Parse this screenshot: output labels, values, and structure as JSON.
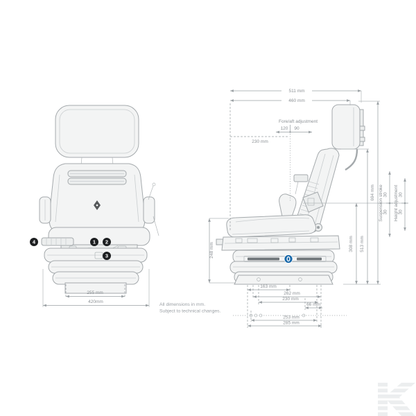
{
  "note": {
    "line1": "All dimensions in mm.",
    "line2": "Subject to technical changes."
  },
  "front_view": {
    "dim_inner": "255 mm",
    "dim_outer": "420mm",
    "callout_1": "1",
    "callout_2": "2",
    "callout_3": "3",
    "callout_4": "4"
  },
  "side_view": {
    "dim_511": "511 mm",
    "dim_460": "460 mm",
    "fore_aft_label": "Fore/aft adjustment",
    "fore_aft_back": "120",
    "fore_aft_fwd": "90",
    "dim_230_top": "230 mm",
    "dim_248": "248 mm",
    "dim_308": "308 mm",
    "dim_513": "513 mm",
    "dim_694": "694 mm",
    "suspension_label": "Suspension stroke",
    "suspension_up": "30",
    "suspension_down": "30",
    "height_label": "Height adjustment",
    "height_up": "30",
    "height_down": "30",
    "base_163": "163 mm",
    "base_262": "262 mm",
    "base_230": "230 mm",
    "base_66": "66 mm",
    "base_253": "253 mm",
    "base_285": "285 mm"
  },
  "icons": {
    "blue_marker": "oval-badge-icon",
    "watermark": "kramp-k-logo"
  },
  "colors": {
    "drawing_line": "#a4a9ac",
    "dimension_line": "#9aa0a4",
    "callout_black": "#1d1f21",
    "callout_blue": "#1767a9",
    "watermark_gray": "#eceeef"
  }
}
